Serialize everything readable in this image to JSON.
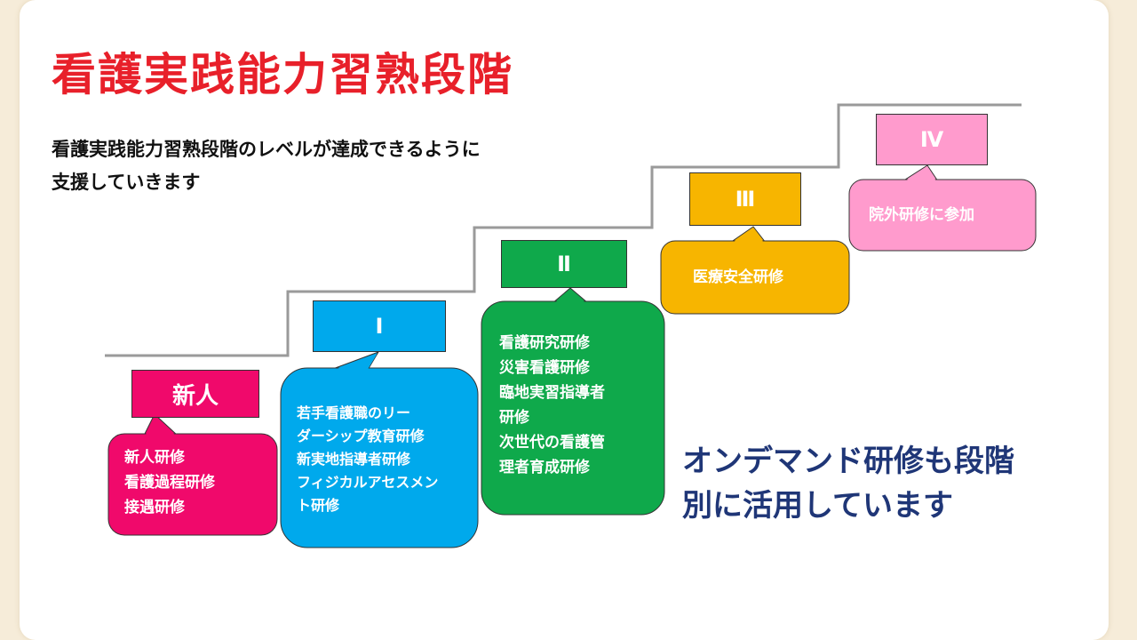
{
  "title": "看護実践能力習熟段階",
  "subtitle_lines": [
    "看護実践能力習熟段階のレベルが達成できるように",
    "支援していきます"
  ],
  "colors": {
    "title": "#e8202a",
    "new": "#f0096b",
    "level1": "#00a9ec",
    "level2": "#0fa94b",
    "level3": "#f7b500",
    "level4": "#ff9bcd",
    "note": "#1f3677",
    "stairs": "#9a9a9a"
  },
  "levels": {
    "new": {
      "label": "新人",
      "items": [
        "新人研修",
        "看護過程研修",
        "接遇研修"
      ]
    },
    "level1": {
      "label": "Ⅰ",
      "items": [
        "若手看護職のリー",
        "ダーシップ教育研修",
        "新実地指導者研修",
        "フィジカルアセスメン",
        "ト研修"
      ]
    },
    "level2": {
      "label": "Ⅱ",
      "items": [
        "看護研究研修",
        "災害看護研修",
        "臨地実習指導者",
        "研修",
        "次世代の看護管",
        "理者育成研修"
      ]
    },
    "level3": {
      "label": "Ⅲ",
      "items": [
        "医療安全研修"
      ]
    },
    "level4": {
      "label": "Ⅳ",
      "items": [
        "院外研修に参加"
      ]
    }
  },
  "note_lines": [
    "オンデマンド研修も段階",
    "別に活用しています"
  ]
}
